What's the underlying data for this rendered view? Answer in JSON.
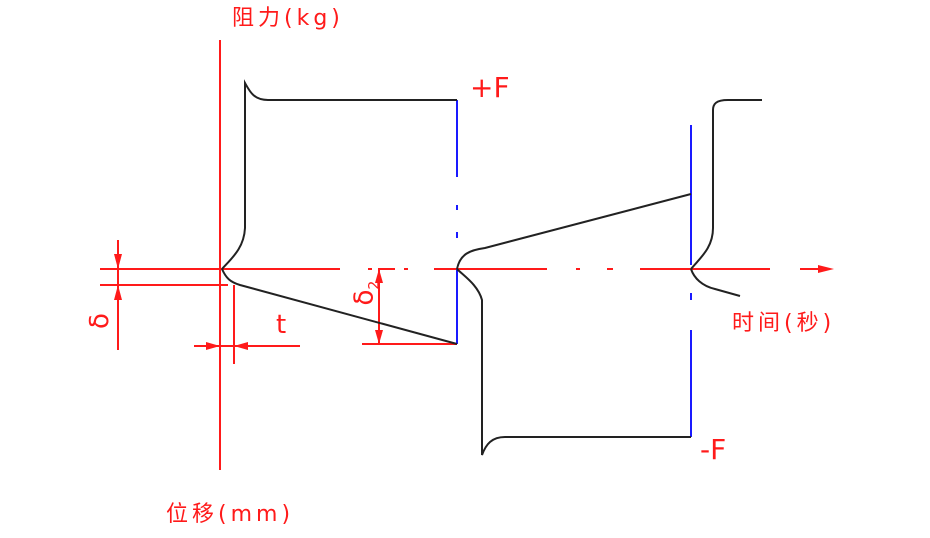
{
  "diagram": {
    "type": "damper force–displacement/time diagram",
    "colors": {
      "axis": "#ff1a1a",
      "curve": "#222222",
      "marker": "#1a1aff",
      "background": "#ffffff"
    },
    "labels": {
      "y_axis": "阻力(kg)",
      "x_axis": "时间(秒)",
      "bottom_axis": "位移(mm)",
      "plus_force": "+F",
      "minus_force": "-F",
      "time_offset": "t",
      "delta": "δ",
      "delta2_base": "δ",
      "delta2_sub": "2"
    }
  }
}
